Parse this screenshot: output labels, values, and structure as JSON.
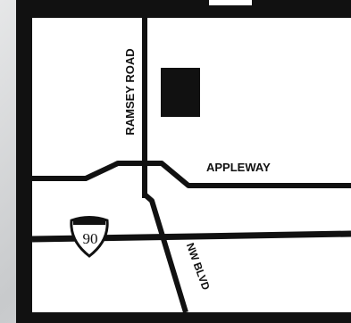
{
  "map": {
    "colors": {
      "frame": "#111111",
      "land": "#ffffff",
      "road": "#111111",
      "building": "#111111",
      "background": "#d6d8d9"
    },
    "labels": {
      "ramsey_road": "RAMSEY ROAD",
      "appleway": "APPLEWAY",
      "interstate": "90",
      "nw_blvd": "NW BLVD"
    },
    "icons": {
      "interstate_shield": "interstate-shield-icon",
      "building_marker": "building-icon"
    }
  }
}
